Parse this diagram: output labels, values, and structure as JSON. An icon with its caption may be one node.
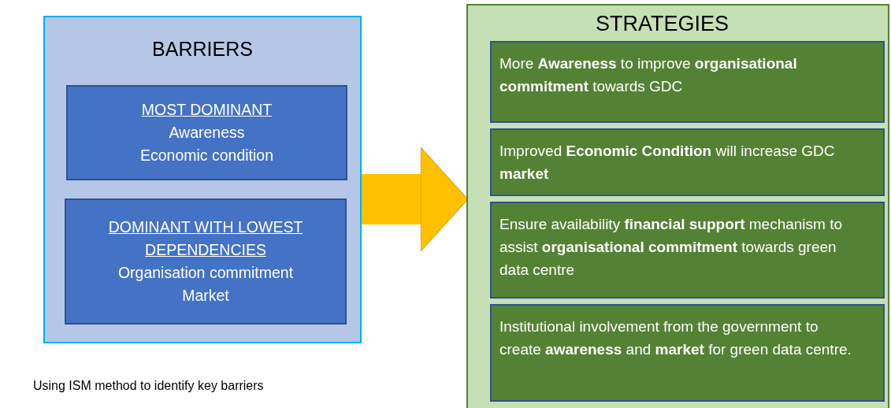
{
  "diagram": {
    "nodes": [
      {
        "text": [
          "BARRIERS"
        ]
      },
      {
        "text": [
          "MOST DOMINANT",
          "Awareness",
          "Economic condition"
        ],
        "in": 0
      },
      {
        "text": [
          "DOMINANT WITH LOWEST DEPENDENCIES",
          "Organisation commitment",
          "Market"
        ],
        "in": 0
      },
      {
        "text": [
          "STRATEGIES"
        ]
      },
      {
        "text": [
          "More **Awareness** to improve **organisational commitment** towards GDC"
        ],
        "in": 3
      },
      {
        "text": [
          "Improved **Economic Condition** will increase GDC **market**"
        ],
        "in": 3
      },
      {
        "text": [
          "Ensure availability **financial support** mechanism to assist **organisational commitment** towards green data centre"
        ],
        "in": 3
      },
      {
        "text": [
          "Institutional involvement from the government to create **awareness** and **market** for green data centre."
        ],
        "in": 3
      }
    ],
    "edges": [
      {
        "from": 0,
        "to": 3,
        "arrow": "to"
      }
    ],
    "labels": [
      "Using ISM method to identify key barriers"
    ]
  }
}
